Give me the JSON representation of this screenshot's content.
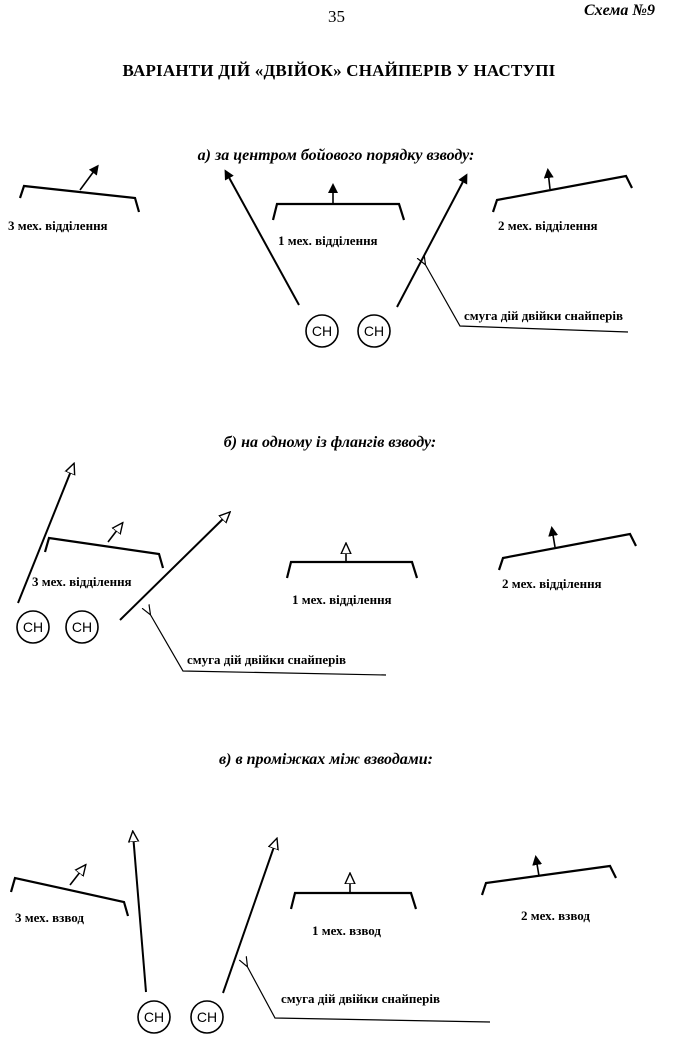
{
  "page": {
    "number": "35",
    "scheme_label": "Схема №9",
    "title": "ВАРІАНТИ ДІЙ «ДВІЙОК» СНАЙПЕРІВ У НАСТУПІ"
  },
  "sniper_symbol_label": "СН",
  "sections": [
    {
      "heading": "а) за центром бойового порядку взводу:",
      "units": [
        "3 мех. відділення",
        "1 мех. відділення",
        "2 мех. відділення"
      ],
      "callout": "смуга дій двійки снайперів"
    },
    {
      "heading": "б) на одному із флангів взводу:",
      "units": [
        "3 мех. відділення",
        "1 мех. відділення",
        "2 мех. відділення"
      ],
      "callout": "смуга дій двійки снайперів"
    },
    {
      "heading": "в) в проміжках між взводами:",
      "units": [
        "3 мех. взвод",
        "1 мех. взвод",
        "2 мех. взвод"
      ],
      "callout": "смуга дій двійки снайперів"
    }
  ]
}
